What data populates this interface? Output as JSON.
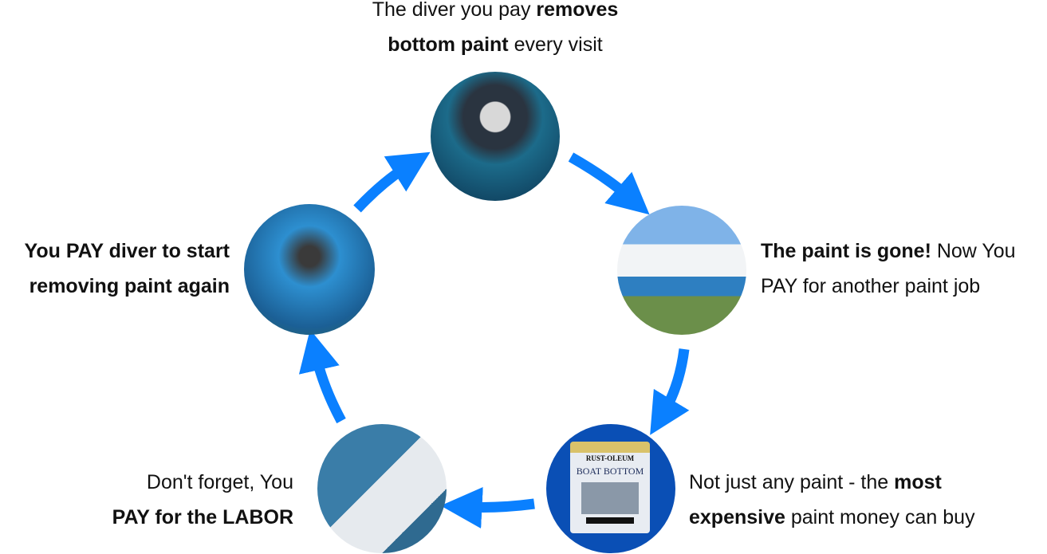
{
  "accent_color": "#0a80ff",
  "steps": [
    {
      "line1_a": "The diver you pay ",
      "line1_b": "removes",
      "line2_a": "bottom paint",
      "line2_b": " every visit",
      "image": "diver-underwater-photo"
    },
    {
      "line1_a": "The paint is gone!",
      "line1_b": " Now You",
      "line2_a": "PAY for another paint job",
      "image": "boat-on-lift-photo"
    },
    {
      "line1_a": "Not just any paint - the ",
      "line1_b": "most",
      "line2_a": "expensive",
      "line2_b": " paint money can buy",
      "image": "paint-can-photo",
      "can_brand": "RUST-OLEUM",
      "can_title": "BOAT BOTTOM"
    },
    {
      "line1_a": "Don't forget, You",
      "line2_a": "PAY for the LABOR",
      "image": "painter-worker-photo"
    },
    {
      "line1_a": "You PAY diver to start",
      "line2_a": "removing paint again",
      "image": "diver-swimming-photo"
    }
  ]
}
